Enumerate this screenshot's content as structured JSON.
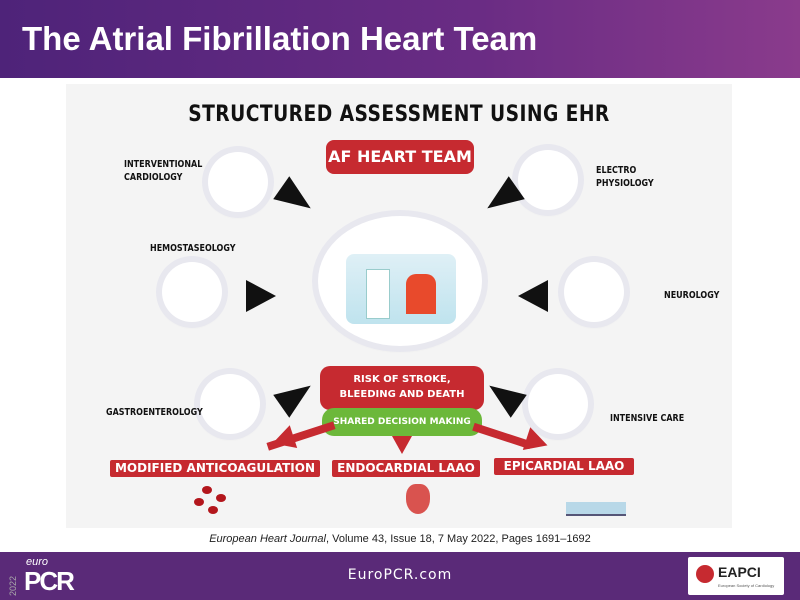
{
  "slide": {
    "title": "The Atrial Fibrillation Heart Team"
  },
  "infographic": {
    "heading": "STRUCTURED ASSESSMENT USING EHR",
    "center_label": "AF HEART TEAM",
    "specialties": [
      "INTERVENTIONAL CARDIOLOGY",
      "HEMOSTASEOLOGY",
      "GASTROENTEROLOGY",
      "ELECTRO PHYSIOLOGY",
      "NEUROLOGY",
      "INTENSIVE CARE"
    ],
    "risk_box": "RISK OF STROKE, BLEEDING AND DEATH",
    "decision_box": "SHARED DECISION MAKING",
    "outcomes": [
      "MODIFIED ANTICOAGULATION",
      "ENDOCARDIAL LAAO",
      "EPICARDIAL LAAO"
    ]
  },
  "citation": {
    "journal": "European Heart Journal",
    "details": ", Volume 43, Issue 18, 7 May 2022, Pages 1691–1692"
  },
  "footer": {
    "logo_year": "2022",
    "logo_small": "euro",
    "logo_main": "PCR",
    "website": "EuroPCR.com",
    "partner_logo": "EAPCI",
    "partner_sub": "European Society of Cardiology"
  }
}
